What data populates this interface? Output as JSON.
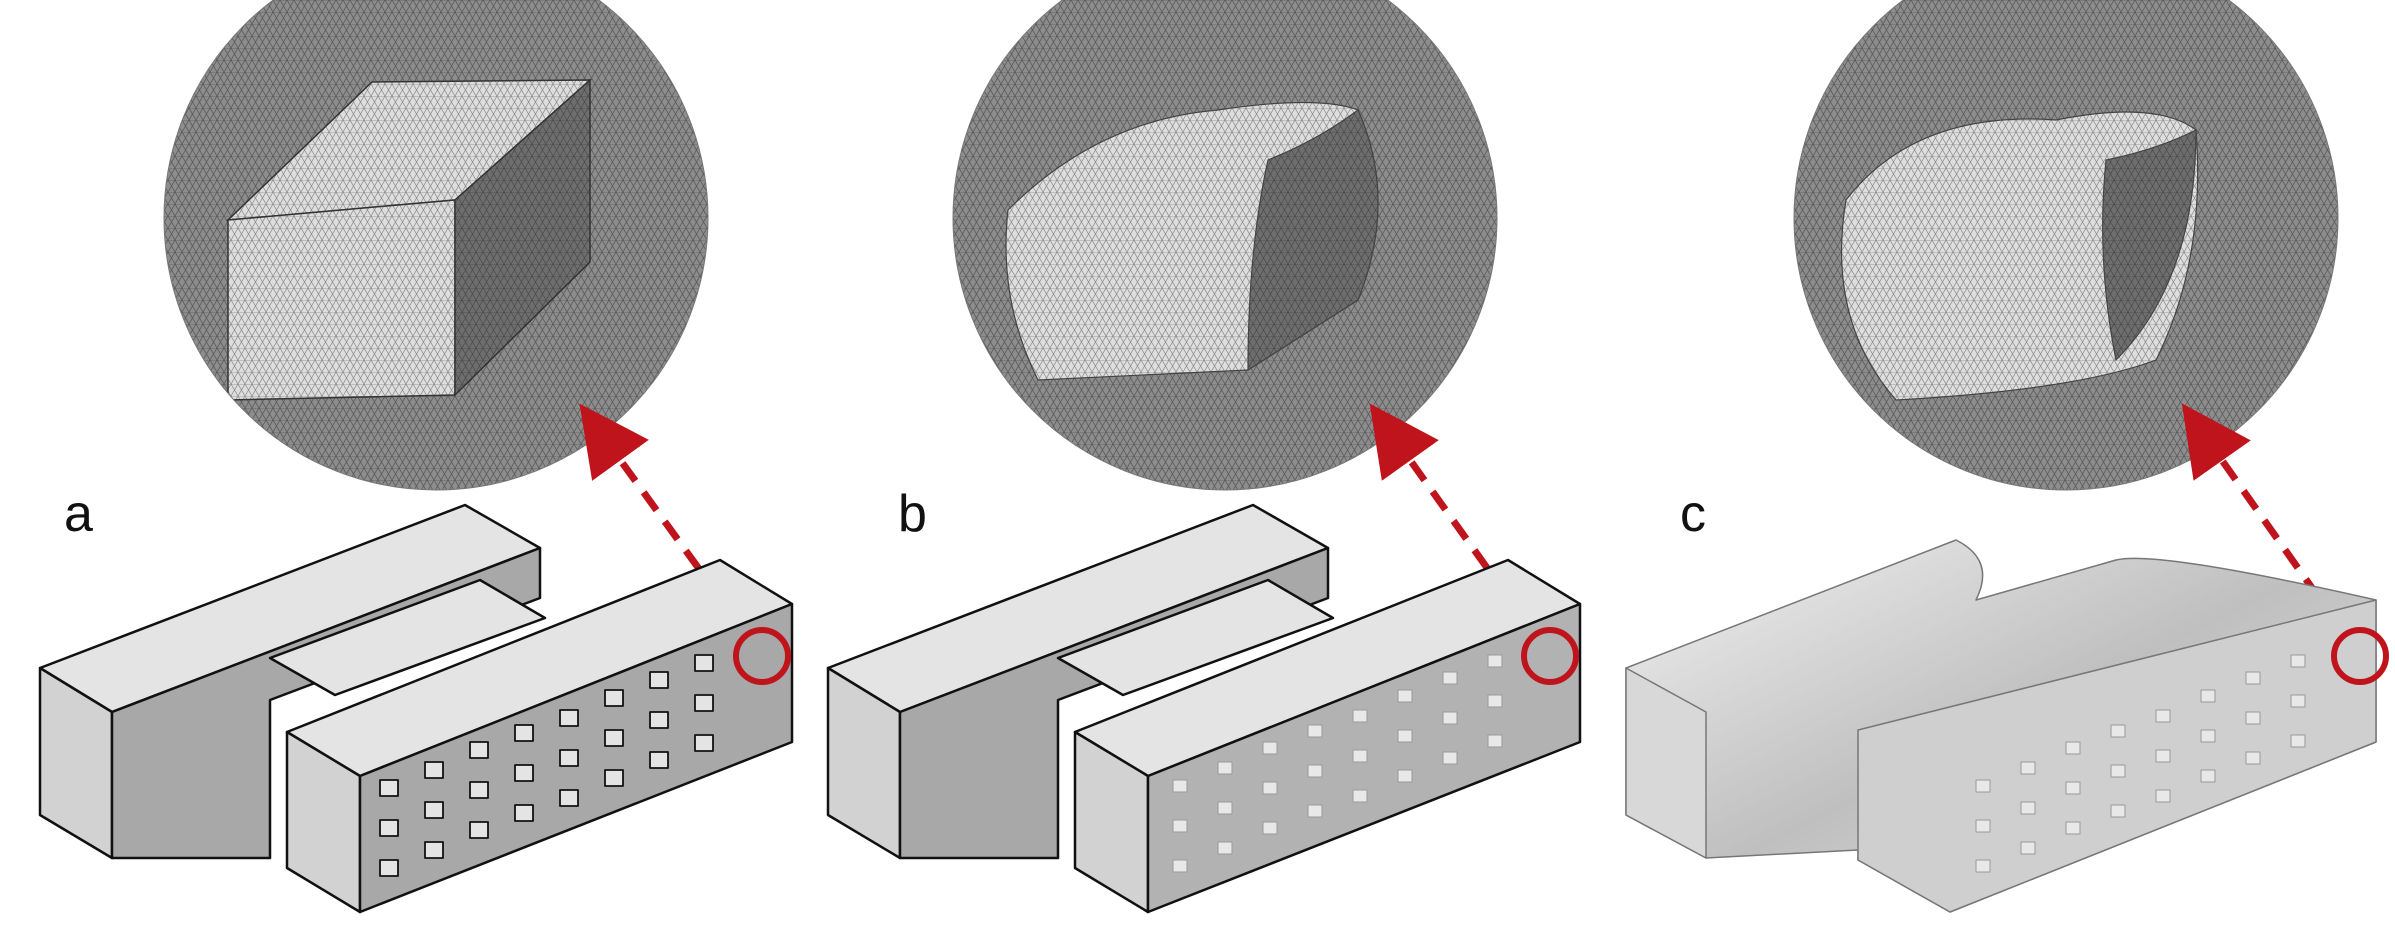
{
  "figure": {
    "panels": [
      {
        "label": "a",
        "variant": "clean"
      },
      {
        "label": "b",
        "variant": "smoothed"
      },
      {
        "label": "c",
        "variant": "rough"
      }
    ]
  },
  "colors": {
    "mesh_fill": "#8d8d8d",
    "mesh_line": "#5a5a5a",
    "face_light": "#e4e4e4",
    "face_mid": "#cfcfcf",
    "face_dark": "#a8a8a8",
    "outline": "#111111",
    "highlight_red": "#c0141c"
  }
}
